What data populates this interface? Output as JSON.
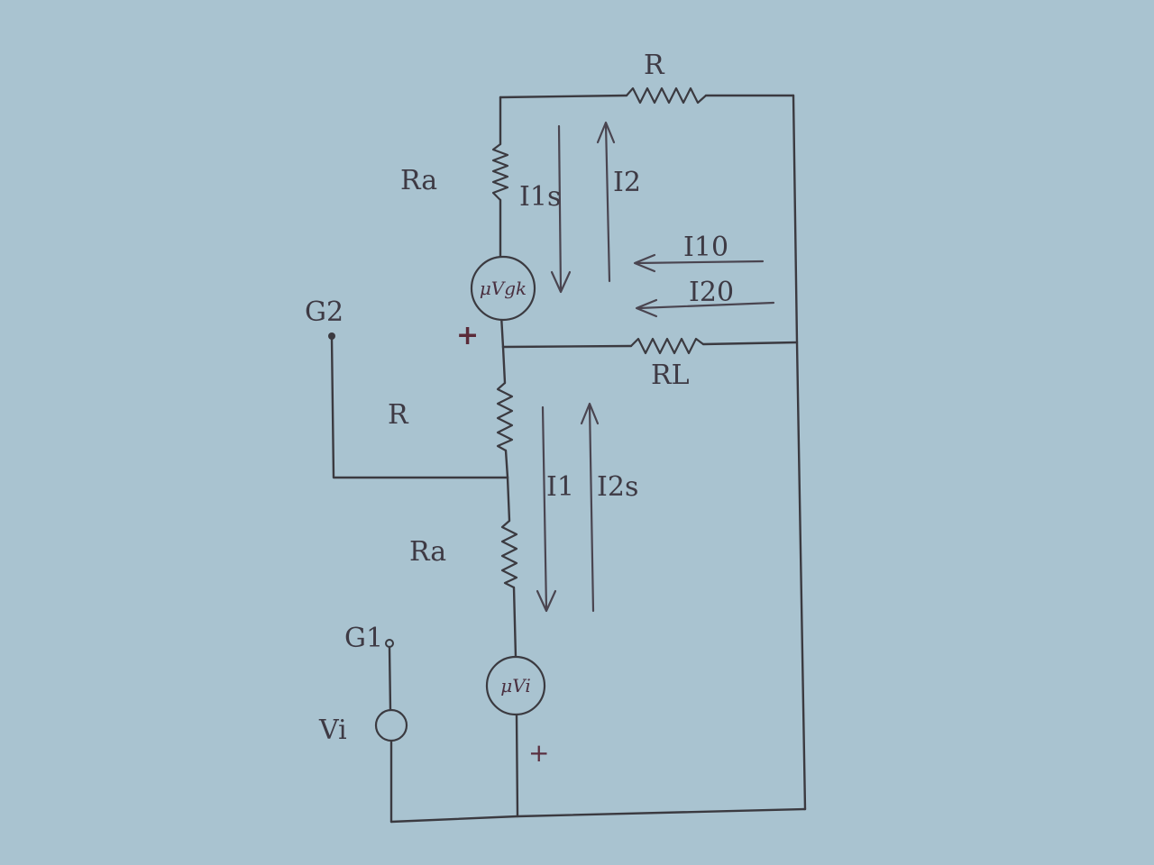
{
  "labels": {
    "r_top": "R",
    "ra_top": "Ra",
    "i1s": "I1s",
    "i2": "I2",
    "i10": "I10",
    "i20": "I20",
    "source_top": "μVgk",
    "g2": "G2",
    "plus_top": "+",
    "rl": "RL",
    "r_mid": "R",
    "i1": "I1",
    "i2s": "I2s",
    "ra_bottom": "Ra",
    "g1": "G1",
    "vi": "Vi",
    "source_bottom": "μVi",
    "plus_bottom": "+"
  }
}
